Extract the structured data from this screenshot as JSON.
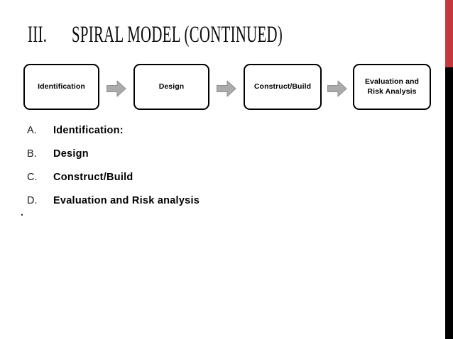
{
  "slide": {
    "title": {
      "number": "III.",
      "text": "SPIRAL MODEL (CONTINUED)"
    },
    "flow": {
      "boxes": [
        {
          "label": "Identification"
        },
        {
          "label": "Design"
        },
        {
          "label": "Construct/Build"
        },
        {
          "label": "Evaluation and Risk Analysis"
        }
      ],
      "arrow_icon": "right-block-arrow"
    },
    "list": {
      "items": [
        {
          "letter": "A.",
          "text": "Identification:"
        },
        {
          "letter": "B.",
          "text": "Design"
        },
        {
          "letter": "C.",
          "text": "Construct/Build"
        },
        {
          "letter": "D.",
          "text": "Evaluation and Risk analysis"
        }
      ],
      "trailing_period": "."
    },
    "colors": {
      "accent_red": "#C4383D",
      "edge_black": "#000000",
      "arrow_gray": "#ABABAB",
      "arrow_outline": "#8F8F8F",
      "text_black": "#000000"
    }
  }
}
